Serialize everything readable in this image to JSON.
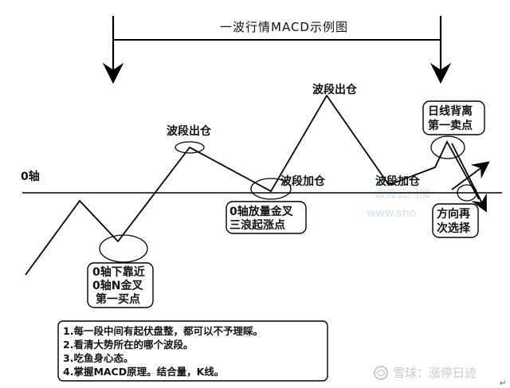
{
  "title": "一波行情MACD示例图",
  "zero_axis_label": "0轴",
  "labels": {
    "exit_1": "波段出仓",
    "exit_2": "波段出仓",
    "add_1": "波段加仓",
    "add_2": "波段加仓"
  },
  "boxes": {
    "first_buy": [
      "0轴下靠近",
      "0轴N金叉",
      "第一买点"
    ],
    "third_wave": [
      "0轴放量金叉",
      "三浪起涨点"
    ],
    "first_sell": [
      "日线背离",
      "第一卖点"
    ],
    "direction": [
      "方向再",
      "次选择"
    ]
  },
  "notes": [
    "1.每一段中间有起伏盘整，都可以不予理睬。",
    "2.看清大势所在的哪个波段。",
    "3.吃鱼身心态。",
    "4.掌握MACD原理。结合量，K线。"
  ],
  "watermark": {
    "brand": "雪球：涨停日迹",
    "faint_1": "波波云门加",
    "faint_2": "www.sho"
  },
  "colors": {
    "line": "#000000",
    "watermark": "#c9c9c9"
  }
}
